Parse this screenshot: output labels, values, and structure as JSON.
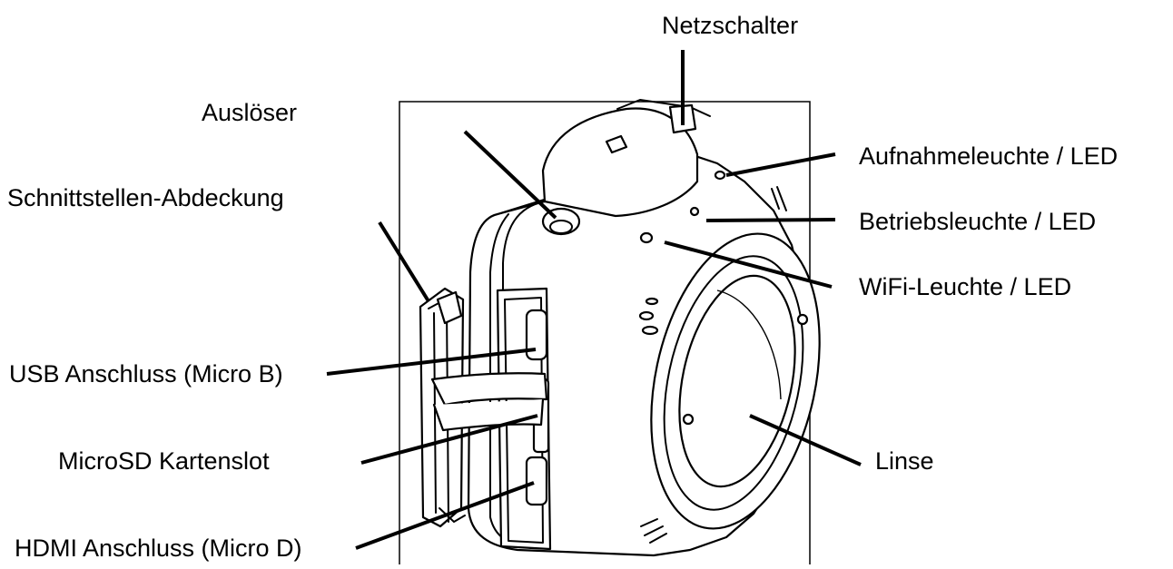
{
  "labels": {
    "power_switch": "Netzschalter",
    "shutter": "Auslöser",
    "interface_cover": "Schnittstellen-Abdeckung",
    "recording_light": "Aufnahmeleuchte / LED",
    "operation_light": "Betriebsleuchte / LED",
    "wifi_light": "WiFi-Leuchte / LED",
    "usb_port": "USB Anschluss (Micro B)",
    "microsd_slot": "MicroSD Kartenslot",
    "hdmi_port": "HDMI Anschluss (Micro D)",
    "lens": "Linse"
  }
}
